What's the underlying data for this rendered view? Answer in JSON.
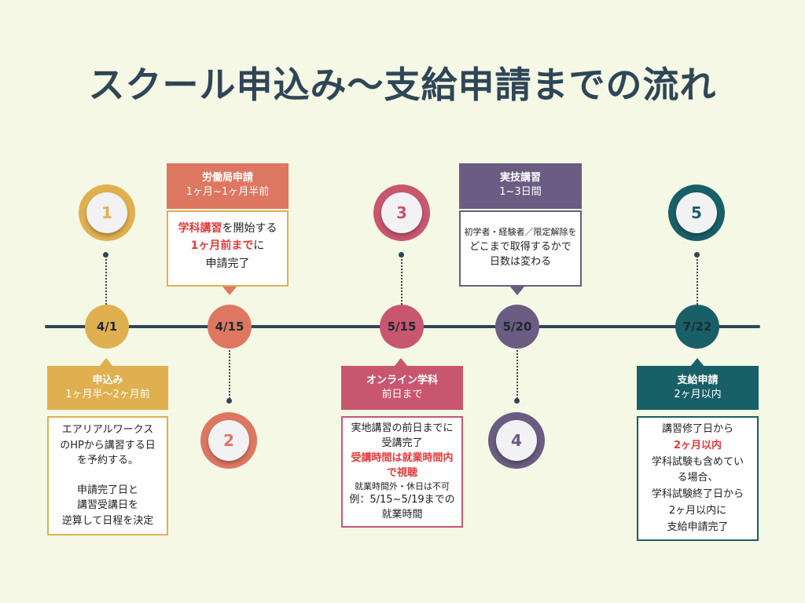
{
  "title": "スクール申込み〜支給申請までの流れ",
  "colors": {
    "yellow": "#e0b050",
    "orange": "#de7762",
    "pink": "#c9566f",
    "purple": "#6a5c82",
    "teal": "#195f67",
    "navy": "#2f4657"
  },
  "steps": [
    {
      "number": "1",
      "date": "4/1"
    },
    {
      "number": "2",
      "date": "4/15"
    },
    {
      "number": "3",
      "date": "5/15"
    },
    {
      "number": "4",
      "date": "5/20"
    },
    {
      "number": "5",
      "date": "7/22"
    }
  ],
  "cards": {
    "s1": {
      "title": "申込み",
      "sub": "1ヶ月半〜2ヶ月前",
      "lines": [
        "エアリアルワークス",
        "のHPから講習する日",
        "を予約する。",
        "",
        "申請完了日と",
        "講習受講日を",
        "逆算して日程を決定"
      ]
    },
    "s2": {
      "title": "労働局申請",
      "sub": "1ヶ月~1ヶ月半前",
      "l1_red": "学科講習",
      "l1_rest": "を開始する",
      "l2_red": "1ヶ月前まで",
      "l2_rest": "に",
      "l3": "申請完了"
    },
    "s3": {
      "title": "オンライン学科",
      "sub": "前日まで",
      "l1": "実地講習の前日までに",
      "l2": "受講完了",
      "l3_red": "受講時間は就業時間内",
      "l4_red": "で視聴",
      "l5": "就業時間外・休日は不可",
      "l6": "例：5/15~5/19までの",
      "l7": "就業時間"
    },
    "s4": {
      "title": "実技講習",
      "sub": "1~3日間",
      "l1": "初学者・経験者／限定解除を",
      "l2": "どこまで取得するかで",
      "l3": "日数は変わる"
    },
    "s5": {
      "title": "支給申請",
      "sub": "2ヶ月以内",
      "l1": "講習修了日から",
      "l2_red": "2ヶ月以内",
      "l3": "学科試験も含めてい",
      "l4": "る場合、",
      "l5": "学科試験終了日から",
      "l6": "2ヶ月以内に",
      "l7": "支給申請完了"
    }
  }
}
